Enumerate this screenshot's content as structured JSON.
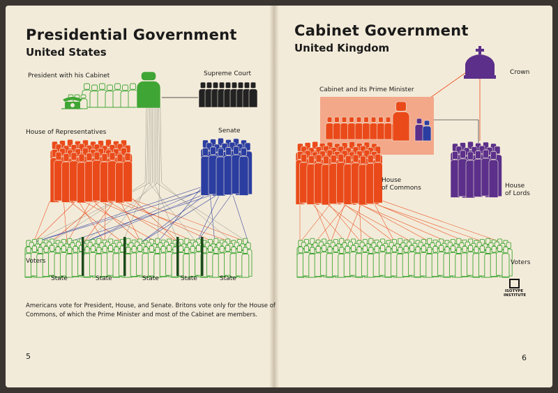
{
  "left_page": {
    "title": "Presidential Government",
    "subtitle": "United States",
    "labels": {
      "president": "President with his Cabinet",
      "supreme_court": "Supreme Court",
      "house": "House of Representatives",
      "senate": "Senate",
      "voters": "Voters"
    },
    "states": [
      "State",
      "State",
      "State",
      "State",
      "State"
    ],
    "note": "Americans vote for President, House, and Senate.  Britons vote only for the House of Commons, of which the Prime Minister and most of the Cabinet are members.",
    "page_number": "5"
  },
  "right_page": {
    "title": "Cabinet Government",
    "subtitle": "United Kingdom",
    "labels": {
      "crown": "Crown",
      "cabinet": "Cabinet and its Prime Minister",
      "commons_1": "House",
      "commons_2": "of Commons",
      "lords_1": "House",
      "lords_2": "of Lords",
      "voters": "Voters"
    },
    "logo": {
      "line1": "ISOTYPE",
      "line2": "INSTITUTE"
    },
    "page_number": "6"
  },
  "colors": {
    "paper": "#f3ebd9",
    "green": "#3fa535",
    "black": "#222222",
    "orange": "#ea4a1a",
    "blue": "#2b3da0",
    "purple": "#5b2f8a",
    "pink": "#f3a88a"
  }
}
